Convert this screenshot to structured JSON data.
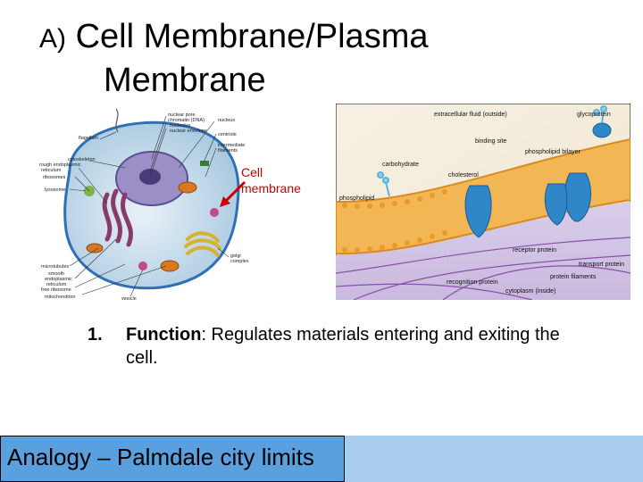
{
  "title": {
    "prefix": "A)",
    "line1": "Cell Membrane/Plasma",
    "line2": "Membrane"
  },
  "cell_diagram": {
    "callout": {
      "line1": "Cell",
      "line2": "membrane"
    },
    "labels": {
      "nuclear_pore": "nuclear pore",
      "chromatin": "chromatin (DNA)",
      "nucleolus": "nucleolus",
      "nuclear_envelope": "nuclear envelope",
      "nucleus": "nucleus",
      "centriole": "centriole",
      "flagellum": "flagellum",
      "intermediate_filaments_1": "intermediate",
      "intermediate_filaments_2": "filaments",
      "cytoskeleton": "cytoskeleton",
      "rough_er_1": "rough endoplasmic",
      "rough_er_2": "reticulum",
      "ribosomes": "ribosomes",
      "lysosome": "lysosome",
      "microtubules": "microtubules",
      "smooth_er_1": "smooth",
      "smooth_er_2": "endoplasmic",
      "smooth_er_3": "reticulum",
      "free_ribosome": "free ribosome",
      "mitochondrion": "mitochondrion",
      "vesicle": "vesicle",
      "golgi_1": "golgi",
      "golgi_2": "complex"
    }
  },
  "membrane_diagram": {
    "labels": {
      "extracellular_fluid": "extracellular fluid (outside)",
      "glycoprotein": "glycoprotein",
      "binding_site": "binding site",
      "phospholipid_bilayer": "phospholipid bilayer",
      "carbohydrate": "carbohydrate",
      "cholesterol": "cholesterol",
      "phospholipid": "phospholipid",
      "receptor_protein": "receptor protein",
      "transport_protein": "transport protein",
      "protein_filaments": "protein filaments",
      "recognition_protein": "recognition protein",
      "cytoplasm": "cytoplasm (inside)"
    }
  },
  "function_point": {
    "number": "1.",
    "term": "Function",
    "text": ":  Regulates materials entering and exiting the cell."
  },
  "analogy": {
    "text": "Analogy – Palmdale city limits"
  },
  "colors": {
    "analogy_box": "#5aa0df",
    "analogy_bar": "#a8cdee",
    "callout_red": "#cc0000"
  }
}
